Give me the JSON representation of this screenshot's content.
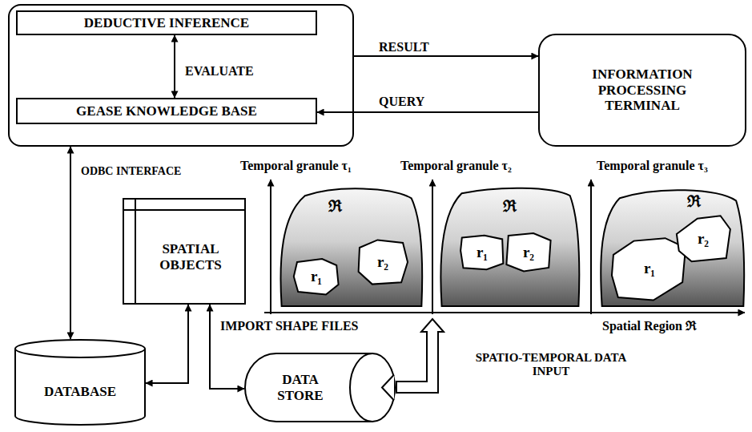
{
  "diagram": {
    "nodes": [
      {
        "text": [
          "DEDUCTIVE INFERENCE"
        ]
      },
      {
        "text": [
          "GEASE KNOWLEDGE BASE"
        ]
      },
      {
        "text": [
          "INFORMATION PROCESSING TERMINAL"
        ]
      },
      {
        "text": [
          "SPATIAL OBJECTS"
        ]
      },
      {
        "text": [
          "DATABASE"
        ]
      },
      {
        "text": [
          "DATA STORE"
        ]
      },
      {
        "text": [
          "ℜ"
        ]
      },
      {
        "text": [
          "r₁"
        ],
        "in": 6
      },
      {
        "text": [
          "r₂"
        ],
        "in": 6
      },
      {
        "text": [
          "ℜ"
        ]
      },
      {
        "text": [
          "r₁"
        ],
        "in": 9
      },
      {
        "text": [
          "r₂"
        ],
        "in": 9
      },
      {
        "text": [
          "ℜ"
        ]
      },
      {
        "text": [
          "r₁"
        ],
        "in": 12
      },
      {
        "text": [
          "r₂"
        ],
        "in": 12
      }
    ],
    "edges": [
      {
        "from": 0,
        "to": 2,
        "label": "RESULT",
        "arrow": "to"
      },
      {
        "from": 2,
        "to": 1,
        "label": "QUERY",
        "arrow": "to"
      },
      {
        "from": 0,
        "to": 1,
        "label": "EVALUATE",
        "arrow": "both"
      },
      {
        "from": 1,
        "to": 4,
        "label": "ODBC INTERFACE",
        "arrow": "both"
      },
      {
        "from": 4,
        "to": 3,
        "arrow": "both"
      },
      {
        "from": 3,
        "to": 5,
        "arrow": "both"
      }
    ],
    "labels": [
      "Temporal granule τ₁",
      "Temporal granule τ₂",
      "Temporal granule τ₃",
      "Spatial Region ℜ",
      "IMPORT SHAPE FILES",
      "SPATIO-TEMPORAL DATA INPUT"
    ]
  }
}
